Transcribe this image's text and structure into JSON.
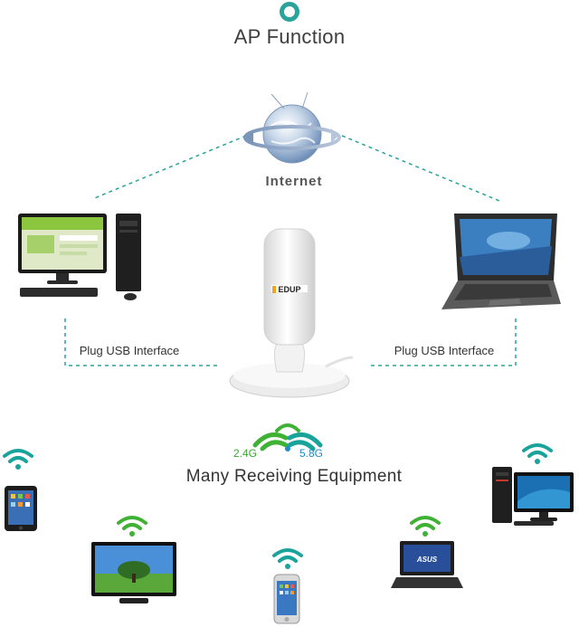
{
  "header": {
    "title": "AP Function"
  },
  "internet": {
    "label": "Internet"
  },
  "left_connection": {
    "label": "Plug USB Interface"
  },
  "right_connection": {
    "label": "Plug USB Interface"
  },
  "adapter": {
    "brand": "EDUP"
  },
  "bands": {
    "band_a": "2.4G",
    "band_b": "5.8G"
  },
  "receivers": {
    "title": "Many Receiving Equipment"
  },
  "laptop_small": {
    "brand": "ASUS"
  },
  "colors": {
    "accent_teal": "#2aa39a",
    "wifi_green": "#3fb134",
    "wifi_teal": "#1aa39a",
    "band_blue": "#1f8bc9"
  }
}
